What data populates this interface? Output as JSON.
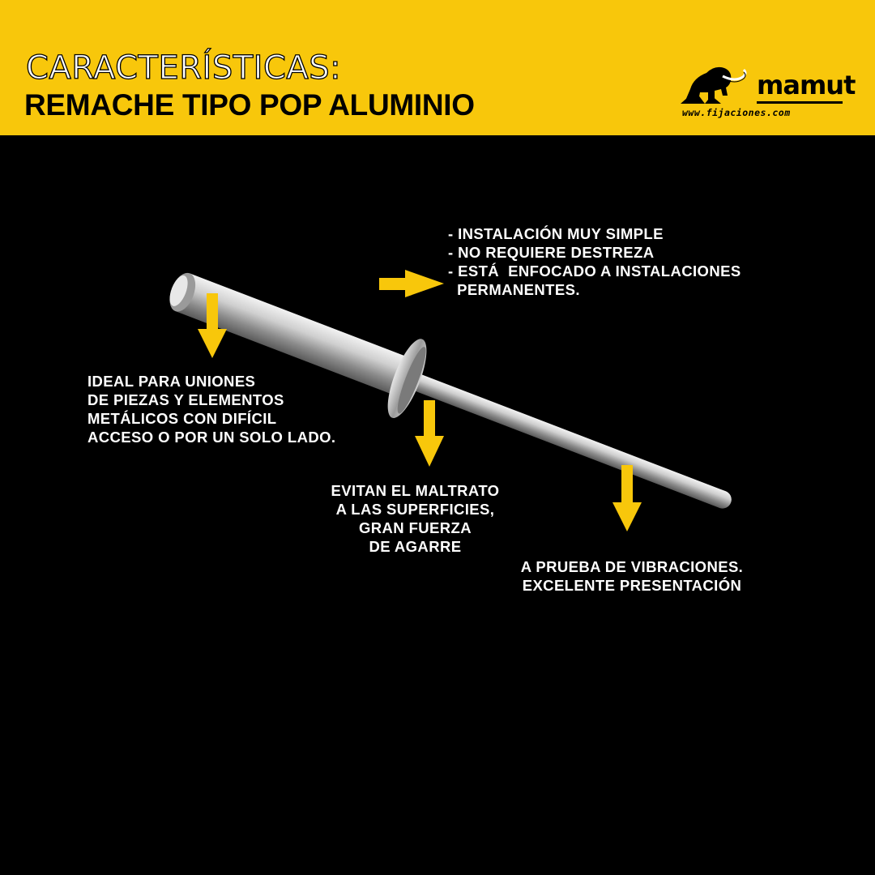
{
  "header": {
    "title_line1": "CARACTERÍSTICAS:",
    "title_line2": "REMACHE TIPO POP ALUMINIO",
    "background_color": "#f8c70b"
  },
  "logo": {
    "brand": "mamut",
    "url": "www.fijaciones.com",
    "icon": "mammoth-icon"
  },
  "accent_color": "#f8c70b",
  "callouts": {
    "top_right": [
      "- INSTALACIÓN MUY SIMPLE",
      "- NO REQUIERE DESTREZA",
      "- ESTÁ  ENFOCADO A INSTALACIONES",
      "  PERMANENTES."
    ],
    "left": [
      "IDEAL PARA UNIONES",
      "DE PIEZAS Y ELEMENTOS",
      "METÁLICOS CON DIFÍCIL",
      "ACCESO O POR UN SOLO LADO."
    ],
    "middle": [
      "EVITAN EL MALTRATO",
      "A LAS SUPERFICIES,",
      "GRAN FUERZA",
      "DE AGARRE"
    ],
    "bottom_right": [
      "A PRUEBA DE VIBRACIONES.",
      "EXCELENTE PRESENTACIÓN"
    ]
  }
}
